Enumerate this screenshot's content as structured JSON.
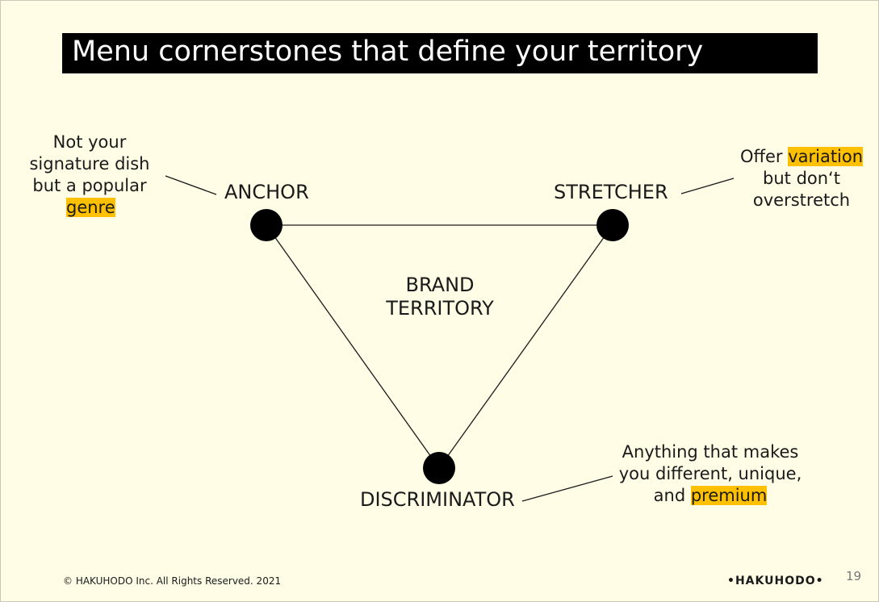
{
  "title": "Menu cornerstones that define your territory",
  "diagram": {
    "center_label": [
      "BRAND",
      "TERRITORY"
    ],
    "nodes": {
      "anchor": "ANCHOR",
      "stretcher": "STRETCHER",
      "discriminator": "DISCRIMINATOR"
    },
    "notes": {
      "anchor": {
        "lines": [
          "Not your",
          "signature dish",
          "but a popular"
        ],
        "highlight": "genre"
      },
      "stretcher": {
        "before": "Offer ",
        "highlight": "variation",
        "lines": [
          "but don‘t",
          "overstretch"
        ]
      },
      "discriminator": {
        "lines": [
          "Anything that makes",
          "you different, unique,"
        ],
        "before": "and ",
        "highlight": "premium"
      }
    }
  },
  "colors": {
    "background": "#fffde6",
    "title_bar": "#000000",
    "highlight": "#ffc000",
    "node": "#000000"
  },
  "footer": {
    "copyright": "© HAKUHODO  Inc. All  Rights  Reserved. 2021",
    "logo": "•HAKUHODO•",
    "page_number": "19"
  }
}
